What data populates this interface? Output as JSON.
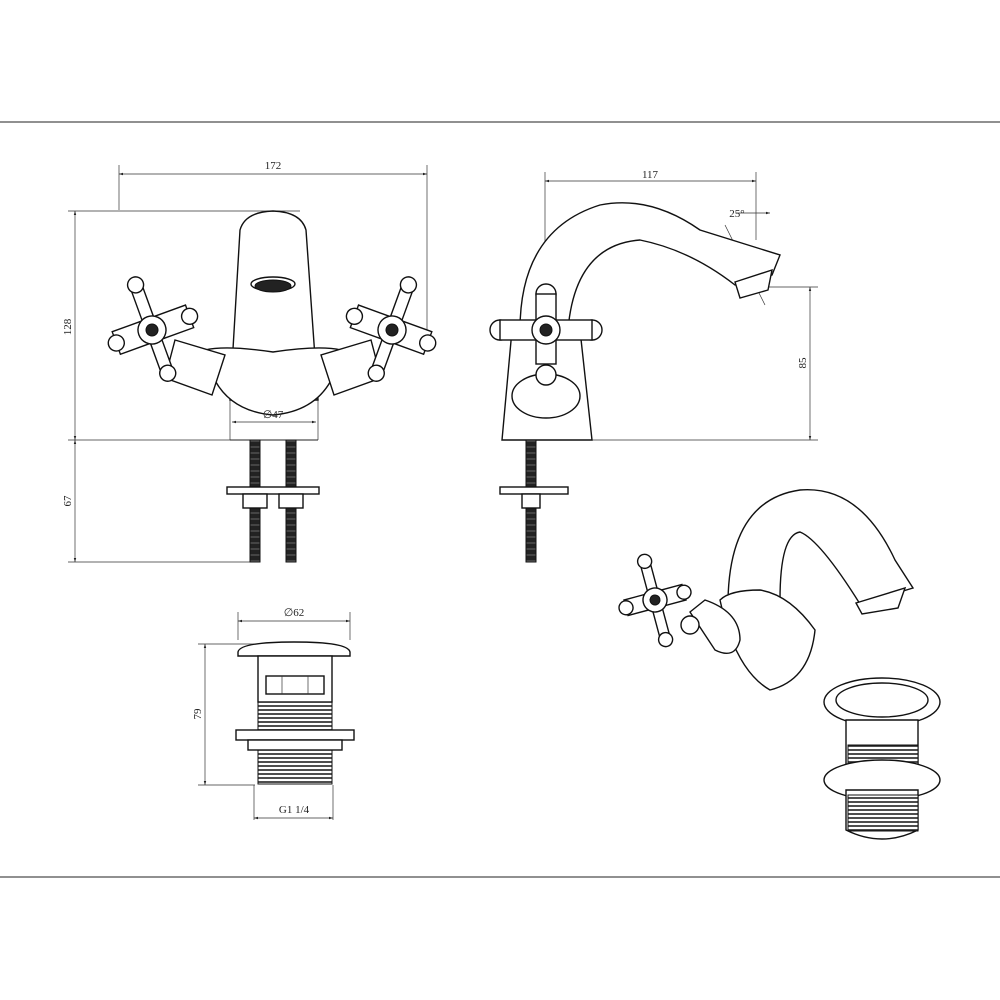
{
  "drawing": {
    "dims": {
      "width_total": "172",
      "height_body": "128",
      "height_tail": "67",
      "base_dia": "∅47",
      "spout_reach": "117",
      "spout_angle": "25°",
      "spout_height": "85",
      "waste_dia": "∅62",
      "waste_height": "79",
      "waste_thread": "G1 1/4"
    }
  }
}
